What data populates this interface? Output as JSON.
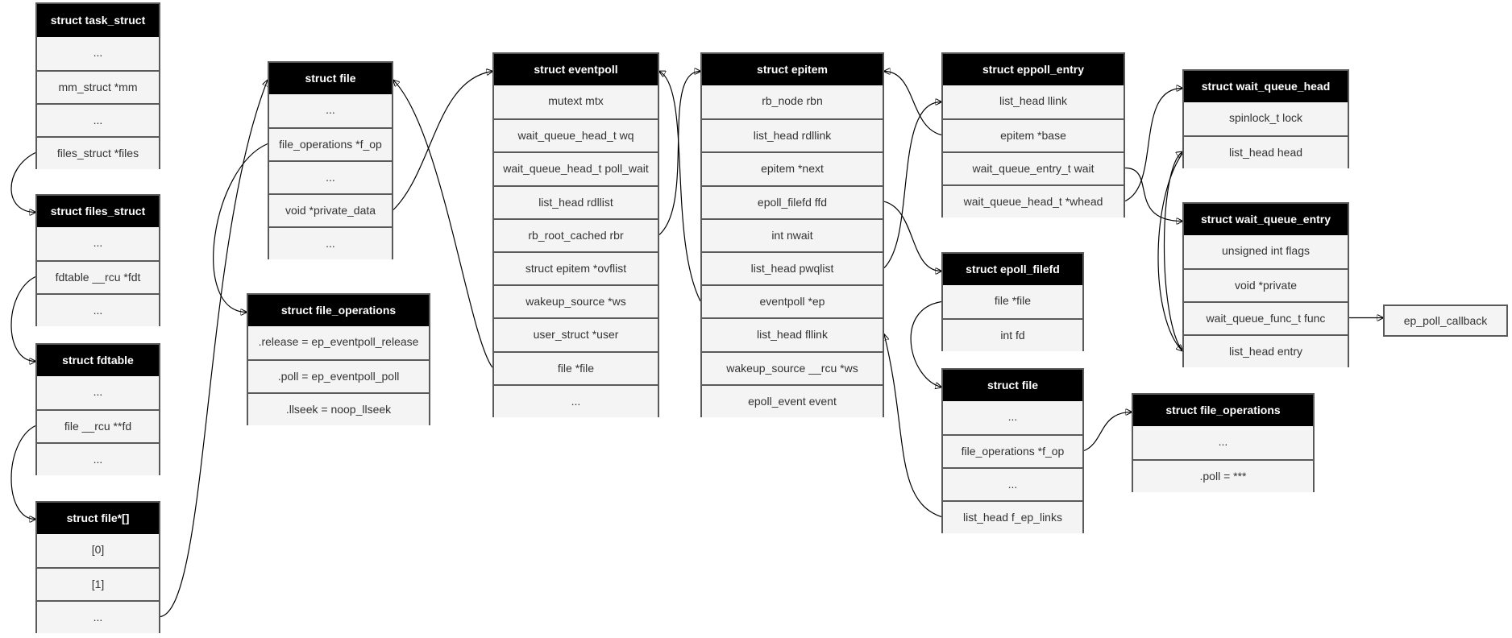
{
  "structs": [
    {
      "id": "task_struct",
      "title": "struct task_struct",
      "rows": [
        "...",
        "mm_struct *mm",
        "...",
        "files_struct *files"
      ]
    },
    {
      "id": "files_struct",
      "title": "struct files_struct",
      "rows": [
        "...",
        "fdtable __rcu *fdt",
        "..."
      ]
    },
    {
      "id": "fdtable",
      "title": "struct fdtable",
      "rows": [
        "...",
        "file __rcu **fd",
        "..."
      ]
    },
    {
      "id": "file_array",
      "title": "struct file*[]",
      "rows": [
        "[0]",
        "[1]",
        "..."
      ]
    },
    {
      "id": "file1",
      "title": "struct file",
      "rows": [
        "...",
        "file_operations *f_op",
        "...",
        "void *private_data",
        "..."
      ]
    },
    {
      "id": "fops1",
      "title": "struct file_operations",
      "rows": [
        ".release = ep_eventpoll_release",
        ".poll = ep_eventpoll_poll",
        ".llseek = noop_llseek"
      ]
    },
    {
      "id": "eventpoll",
      "title": "struct eventpoll",
      "rows": [
        "mutext mtx",
        "wait_queue_head_t wq",
        "wait_queue_head_t poll_wait",
        "list_head rdllist",
        "rb_root_cached rbr",
        "struct epitem *ovflist",
        "wakeup_source *ws",
        "user_struct *user",
        "file *file",
        "..."
      ]
    },
    {
      "id": "epitem",
      "title": "struct epitem",
      "rows": [
        "rb_node rbn",
        "list_head rdllink",
        "epitem *next",
        "epoll_filefd ffd",
        "int nwait",
        "list_head pwqlist",
        "eventpoll *ep",
        "list_head fllink",
        "wakeup_source __rcu *ws",
        "epoll_event event"
      ]
    },
    {
      "id": "eppoll_entry",
      "title": "struct eppoll_entry",
      "rows": [
        "list_head llink",
        "epitem *base",
        "wait_queue_entry_t wait",
        "wait_queue_head_t *whead"
      ]
    },
    {
      "id": "epoll_filefd",
      "title": "struct epoll_filefd",
      "rows": [
        "file *file",
        "int fd"
      ]
    },
    {
      "id": "file2",
      "title": "struct file",
      "rows": [
        "...",
        "file_operations *f_op",
        "...",
        "list_head f_ep_links"
      ]
    },
    {
      "id": "fops2",
      "title": "struct file_operations",
      "rows": [
        "...",
        ".poll = ***"
      ]
    },
    {
      "id": "wq_head",
      "title": "struct wait_queue_head",
      "rows": [
        "spinlock_t lock",
        "list_head head"
      ]
    },
    {
      "id": "wq_entry",
      "title": "struct wait_queue_entry",
      "rows": [
        "unsigned int flags",
        "void *private",
        "wait_queue_func_t func",
        "list_head entry"
      ]
    }
  ],
  "callback_label": "ep_poll_callback",
  "colors": {
    "header_bg": "#000000",
    "header_text": "#ffffff",
    "row_bg": "#f4f4f4",
    "border": "#5a5a5a",
    "text": "#333333",
    "arrow": "#000000"
  }
}
